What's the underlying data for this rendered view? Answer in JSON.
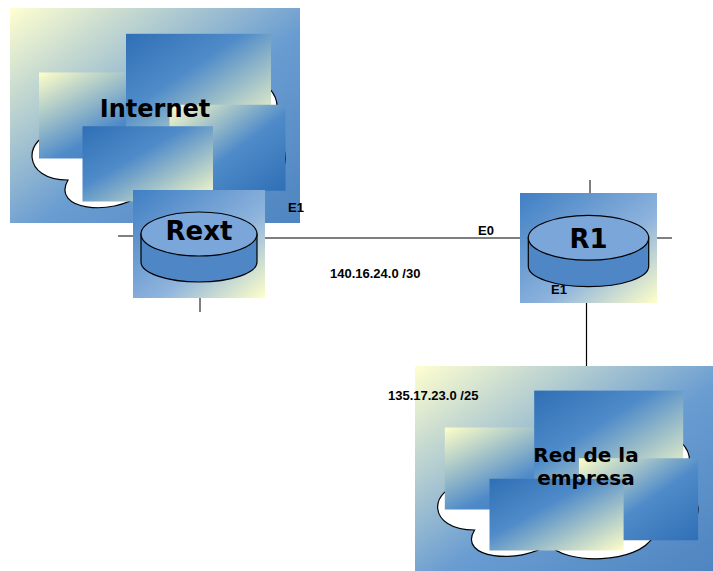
{
  "diagram": {
    "nodes": [
      {
        "text": [
          "Internet"
        ]
      },
      {
        "text": [
          "Rext"
        ]
      },
      {
        "text": [
          "R1"
        ]
      },
      {
        "text": [
          "Red de la empresa"
        ]
      }
    ],
    "edges": [
      {
        "from": 1,
        "to": 2,
        "arrow": "none"
      },
      {
        "from": 2,
        "to": 3,
        "arrow": "none"
      }
    ],
    "labels": [
      "E1",
      "E0",
      "E1",
      "140.16.24.0 /30",
      "135.17.23.0 /25"
    ]
  }
}
